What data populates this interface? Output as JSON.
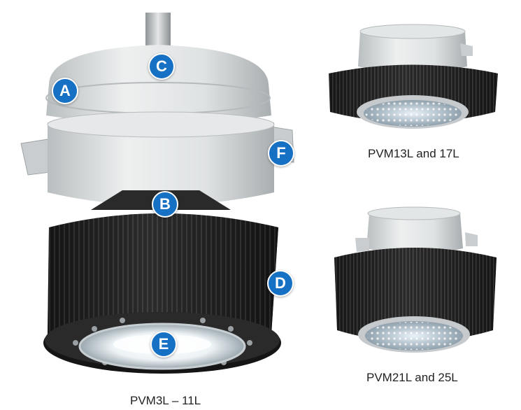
{
  "main_fixture": {
    "caption": "PVM3L – 11L",
    "labels": [
      "A",
      "B",
      "C",
      "D",
      "E",
      "F"
    ]
  },
  "top_right_fixture": {
    "caption": "PVM13L and 17L"
  },
  "bottom_right_fixture": {
    "caption": "PVM21L and 25L"
  },
  "colors": {
    "badge": "#1670c4",
    "housing": "#d8dcdd",
    "heatsink": "#1b1b1b"
  }
}
